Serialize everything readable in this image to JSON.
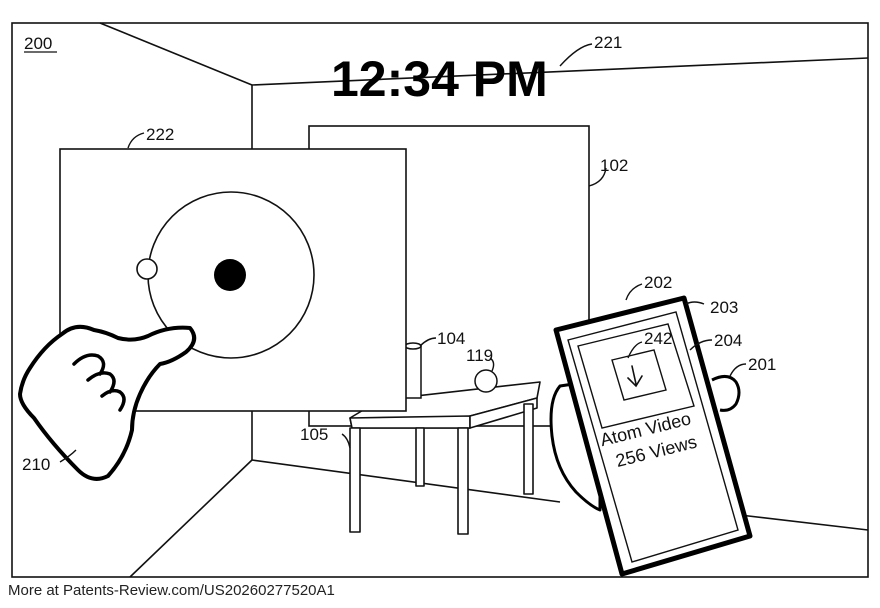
{
  "figure": {
    "number": "200",
    "clock": "12:34 PM",
    "refs": {
      "clock": "221",
      "orbit_panel": "222",
      "wall": "102",
      "cup": "104",
      "ball": "119",
      "table": "105",
      "left_hand": "210",
      "device": "202",
      "device_body": "203",
      "screen": "204",
      "right_hand": "201",
      "video_thumb": "242"
    },
    "video": {
      "title": "Atom Video",
      "views": "256 Views"
    }
  },
  "caption": "More at Patents-Review.com/US20260277520A1"
}
